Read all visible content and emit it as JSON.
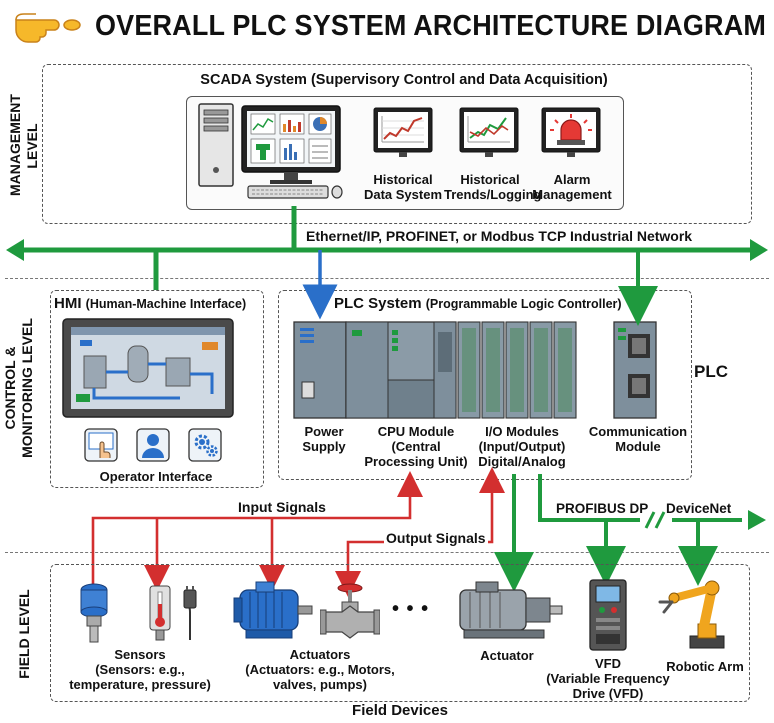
{
  "title": "OVERALL PLC SYSTEM ARCHITECTURE DIAGRAM",
  "levels": {
    "management": [
      "MANAGEMENT",
      "LEVEL"
    ],
    "control": [
      "CONTROL &",
      "MONITORING LEVEL"
    ],
    "field": "FIELD LEVEL"
  },
  "scada": {
    "title": "SCADA System (Supervisory Control and Data Acquisition)",
    "items": [
      [
        "Historical",
        "Data System"
      ],
      [
        "Historical",
        "Trends/Logging"
      ],
      [
        "Alarm",
        "Management"
      ]
    ]
  },
  "network": "Ethernet/IP, PROFINET, or Modbus TCP Industrial Network",
  "hmi": {
    "title_main": "HMI",
    "title_sub": "(Human-Machine Interface)",
    "operator": "Operator Interface"
  },
  "plc": {
    "title_main": "PLC System",
    "title_sub": "(Programmable Logic Controller)",
    "side_label": "PLC",
    "modules": {
      "power": [
        "Power",
        "Supply"
      ],
      "cpu": [
        "CPU Module",
        "(Central",
        "Processing Unit)"
      ],
      "io": [
        "I/O Modules",
        "(Input/Output)",
        "Digital/Analog"
      ],
      "comm": [
        "Communication",
        "Module"
      ]
    }
  },
  "signals": {
    "input": "Input Signals",
    "output": "Output Signals",
    "profibus": "PROFIBUS DP",
    "devicenet": "DeviceNet",
    "separator": "//"
  },
  "field": {
    "sensors": [
      "Sensors",
      "(Sensors: e.g.,",
      "temperature, pressure)"
    ],
    "actuators": [
      "Actuators",
      "(Actuators: e.g., Motors,",
      "valves, pumps)"
    ],
    "dots": "• • •",
    "actuator": "Actuator",
    "vfd": [
      "VFD",
      "(Variable Frequency",
      "Drive (VFD)"
    ],
    "robot": "Robotic Arm",
    "footer": "Field Devices"
  },
  "colors": {
    "green": "#1f9a3e",
    "red": "#d32f2f",
    "blue": "#2a6fc9"
  }
}
